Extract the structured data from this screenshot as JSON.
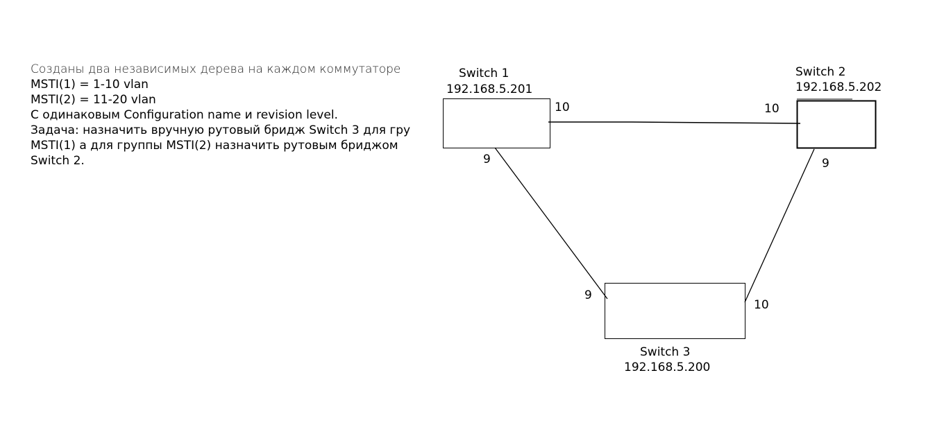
{
  "description": {
    "lines": [
      "Созданы два независимых дерева на каждом коммутаторе",
      "MSTI(1) = 1-10 vlan",
      "MSTI(2) = 11-20 vlan",
      "С одинаковым Configuration name и revision level.",
      "Задача: назначить вручную рутовый бридж Switch 3 для гру",
      "MSTI(1) а для группы MSTI(2) назначить рутовым бриджом",
      "Switch 2."
    ]
  },
  "switches": [
    {
      "name": "Switch 1",
      "ip": "192.168.5.201"
    },
    {
      "name": "Switch 2",
      "ip": "192.168.5.202"
    },
    {
      "name": "Switch 3",
      "ip": "192.168.5.200"
    }
  ],
  "ports": {
    "sw1_to_sw2": "10",
    "sw1_to_sw3": "9",
    "sw2_to_sw1": "10",
    "sw2_to_sw3": "9",
    "sw3_to_sw1": "9",
    "sw3_to_sw2": "10"
  }
}
